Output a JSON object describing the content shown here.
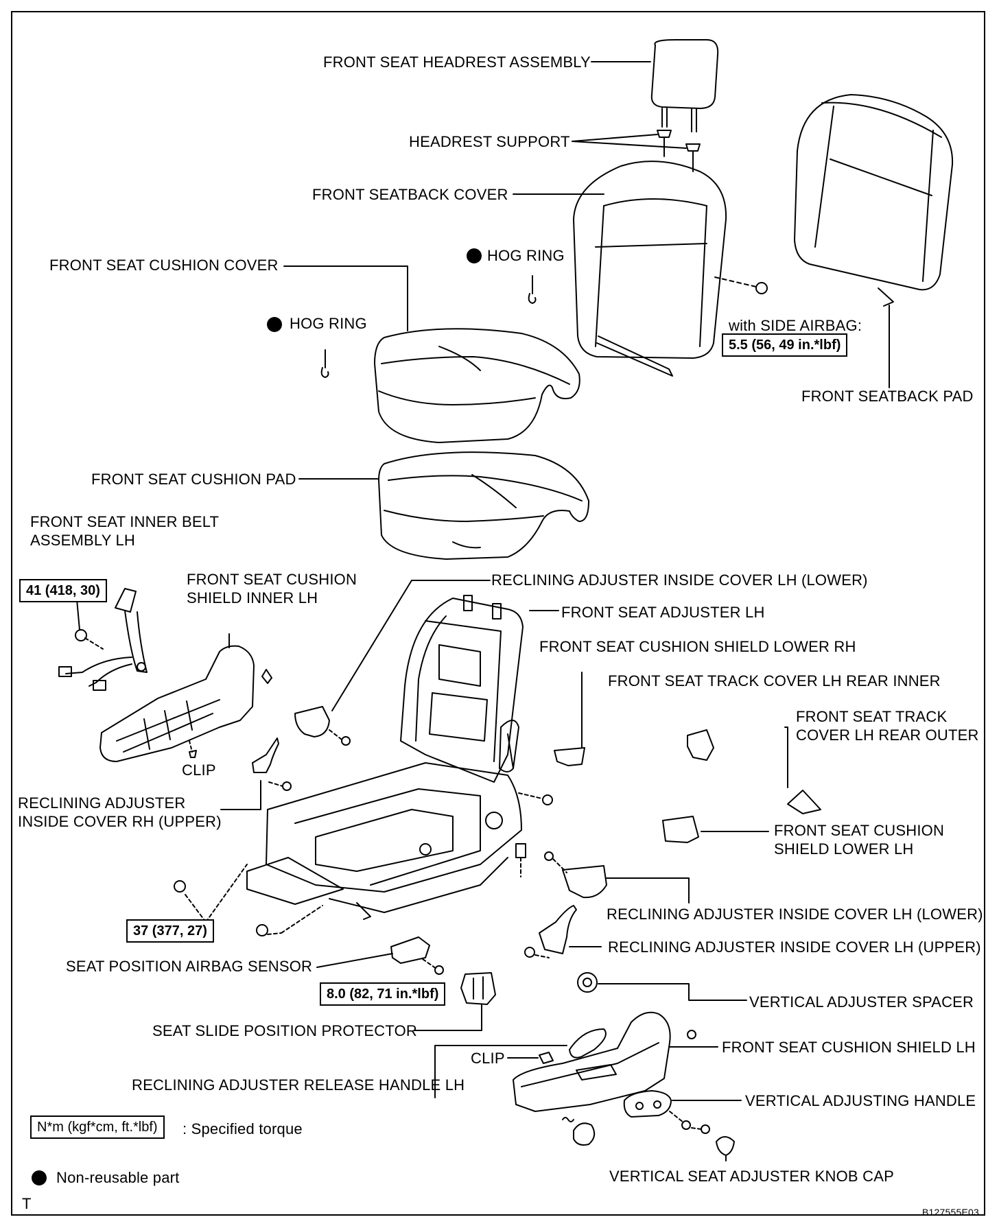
{
  "labels": {
    "headrest_assembly": "FRONT SEAT HEADREST ASSEMBLY",
    "headrest_support": "HEADREST SUPPORT",
    "seatback_cover": "FRONT SEATBACK COVER",
    "hog_ring_upper": "HOG RING",
    "cushion_cover": "FRONT SEAT CUSHION COVER",
    "hog_ring_left": "HOG RING",
    "with_side_airbag": "with SIDE AIRBAG:",
    "seatback_pad": "FRONT SEATBACK PAD",
    "cushion_pad": "FRONT SEAT CUSHION PAD",
    "inner_belt_line1": "FRONT SEAT INNER BELT",
    "inner_belt_line2": "ASSEMBLY LH",
    "shield_inner_line1": "FRONT SEAT CUSHION",
    "shield_inner_line2": "SHIELD INNER LH",
    "recl_inside_cover_lh_lower_top": "RECLINING ADJUSTER INSIDE COVER LH (LOWER)",
    "seat_adjuster_lh": "FRONT SEAT ADJUSTER LH",
    "shield_lower_rh": "FRONT SEAT CUSHION SHIELD LOWER RH",
    "track_cover_rear_inner": "FRONT SEAT TRACK COVER LH REAR INNER",
    "track_cover_rear_outer_line1": "FRONT SEAT TRACK",
    "track_cover_rear_outer_line2": "COVER LH REAR OUTER",
    "clip_left": "CLIP",
    "recl_inside_cover_rh_line1": "RECLINING ADJUSTER",
    "recl_inside_cover_rh_line2": "INSIDE COVER RH  (UPPER)",
    "shield_lower_lh_line1": "FRONT SEAT CUSHION",
    "shield_lower_lh_line2": "SHIELD LOWER LH",
    "recl_inside_cover_lh_lower": "RECLINING ADJUSTER INSIDE COVER LH (LOWER)",
    "recl_inside_cover_lh_upper": "RECLINING ADJUSTER INSIDE COVER LH  (UPPER)",
    "airbag_sensor": "SEAT POSITION AIRBAG SENSOR",
    "vertical_adjuster_spacer": "VERTICAL ADJUSTER SPACER",
    "slide_position_protector": "SEAT SLIDE POSITION PROTECTOR",
    "shield_lh": "FRONT SEAT CUSHION SHIELD LH",
    "clip_bottom": "CLIP",
    "release_handle": "RECLINING ADJUSTER RELEASE HANDLE LH",
    "vertical_adjusting_handle": "VERTICAL ADJUSTING HANDLE",
    "knob_cap": "VERTICAL SEAT ADJUSTER KNOB CAP",
    "legend_torque_desc": ": Specified torque",
    "legend_nonreusable": "Non-reusable part",
    "corner_t": "T",
    "figure_code": "B127555E03"
  },
  "torques": {
    "side_airbag": "5.5 (56, 49 in.*lbf)",
    "inner_belt": "41 (418, 30)",
    "seat_adjuster": "37 (377, 27)",
    "airbag_sensor": "8.0 (82, 71 in.*lbf)",
    "legend_unit": "N*m (kgf*cm, ft.*lbf)"
  }
}
